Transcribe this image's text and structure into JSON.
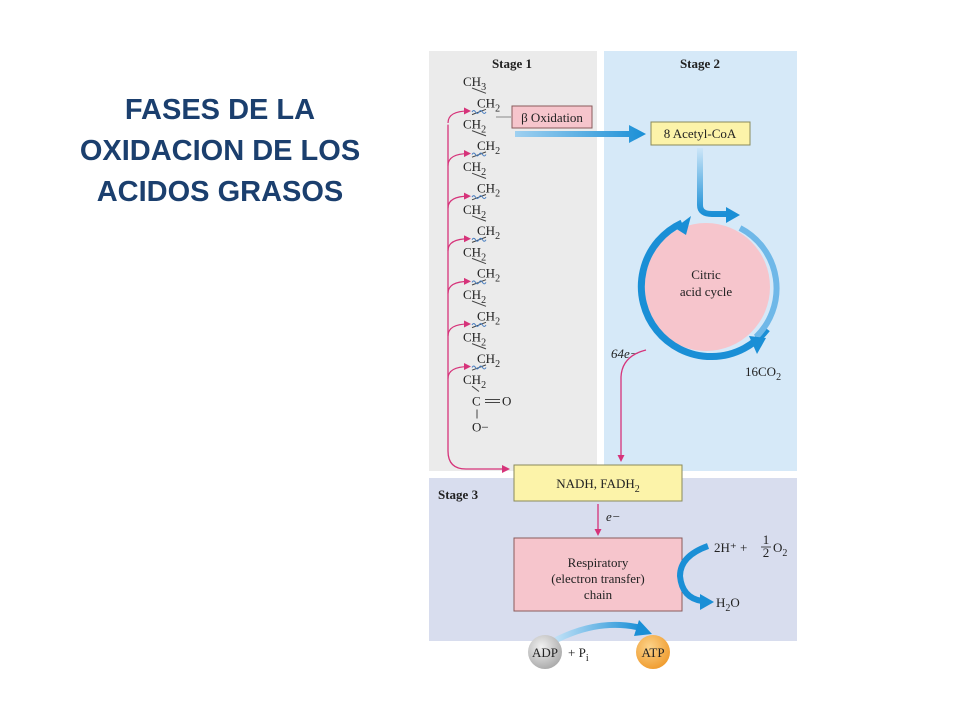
{
  "title": {
    "lines": [
      "FASES DE LA",
      "OXIDACION DE LOS",
      "ACIDOS GRASOS"
    ]
  },
  "colors": {
    "title": "#1b3f6e",
    "stage1_bg": "#ebebeb",
    "stage2_bg": "#d6e9f8",
    "stage3_bg": "#d8ddee",
    "pink_box": "#f6c5cc",
    "yellow_box": "#fcf3a9",
    "blue_arrow": "#1a8fd6",
    "magenta_arrow": "#d6337a",
    "atp": "#f3a73c",
    "adp": "#b8b8b8"
  },
  "stages": {
    "stage1": "Stage 1",
    "stage2": "Stage 2",
    "stage3": "Stage 3"
  },
  "chain": {
    "top": "CH",
    "top_sub": "3",
    "unit": "CH",
    "unit_sub": "2",
    "unit_count": 14,
    "carbonyl_c": "C",
    "carbonyl_o": "O",
    "carboxylate": "O−"
  },
  "boxes": {
    "beta_oxidation": "β Oxidation",
    "acetyl_coa": "8 Acetyl-CoA",
    "citric_line1": "Citric",
    "citric_line2": "acid cycle",
    "nadh_main": "NADH, FADH",
    "nadh_sub": "2",
    "resp_line1": "Respiratory",
    "resp_line2": "(electron transfer)",
    "resp_line3": "chain"
  },
  "labels": {
    "electrons_64": "64e−",
    "co2_main": "16CO",
    "co2_sub": "2",
    "electron": "e−",
    "h_plus": "2H⁺ + ",
    "half_num": "1",
    "half_den": "2",
    "o2_main": "O",
    "o2_sub": "2",
    "water_h": "H",
    "water_sub": "2",
    "water_o": "O",
    "adp": "ADP",
    "plus_pi": "+ P",
    "pi_sub": "i",
    "atp": "ATP"
  }
}
